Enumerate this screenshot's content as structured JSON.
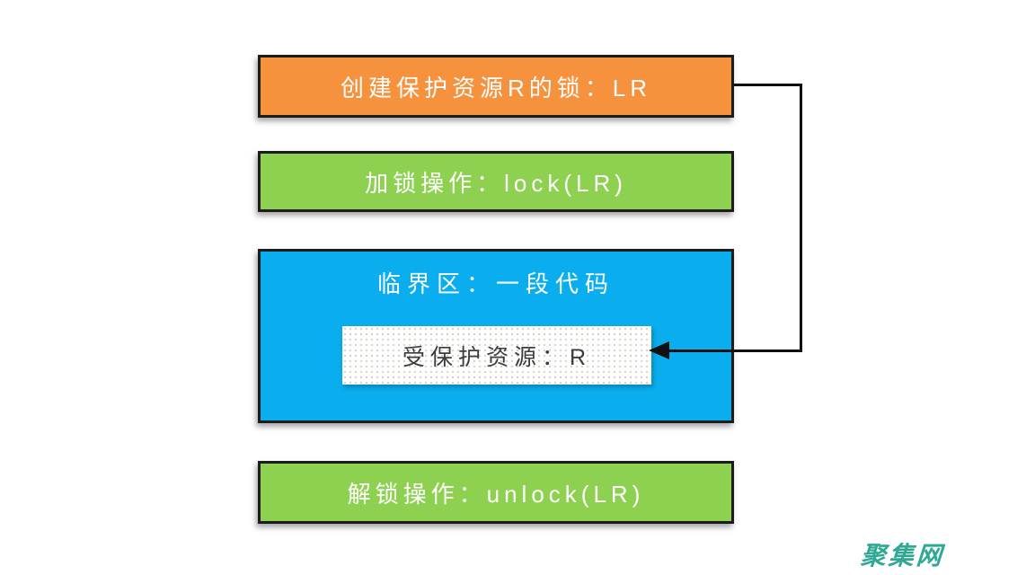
{
  "canvas": {
    "background": "#ffffff"
  },
  "diagram": {
    "border_color": "#1c1c1c",
    "arrow_color": "#111111",
    "boxes": [
      {
        "id": "create-lock",
        "label": "创建保护资源R的锁：LR",
        "fill": "#F6923D",
        "text_color": "#ffffff"
      },
      {
        "id": "lock-operation",
        "label": "加锁操作：lock(LR)",
        "fill": "#8ED050",
        "text_color": "#ffffff"
      },
      {
        "id": "critical-section",
        "label": "临界区：一段代码",
        "fill": "#0AAEEE",
        "text_color": "#ffffff"
      },
      {
        "id": "protected-resource",
        "label": "受保护资源：R",
        "fill": "#ffffff",
        "text_color": "#3c3c3c"
      },
      {
        "id": "unlock-operation",
        "label": "解锁操作：unlock(LR)",
        "fill": "#8ED050",
        "text_color": "#ffffff"
      }
    ],
    "arrow": {
      "from": "create-lock",
      "to": "protected-resource"
    }
  },
  "watermark": {
    "text": "聚集网",
    "color": "#2FA893"
  }
}
